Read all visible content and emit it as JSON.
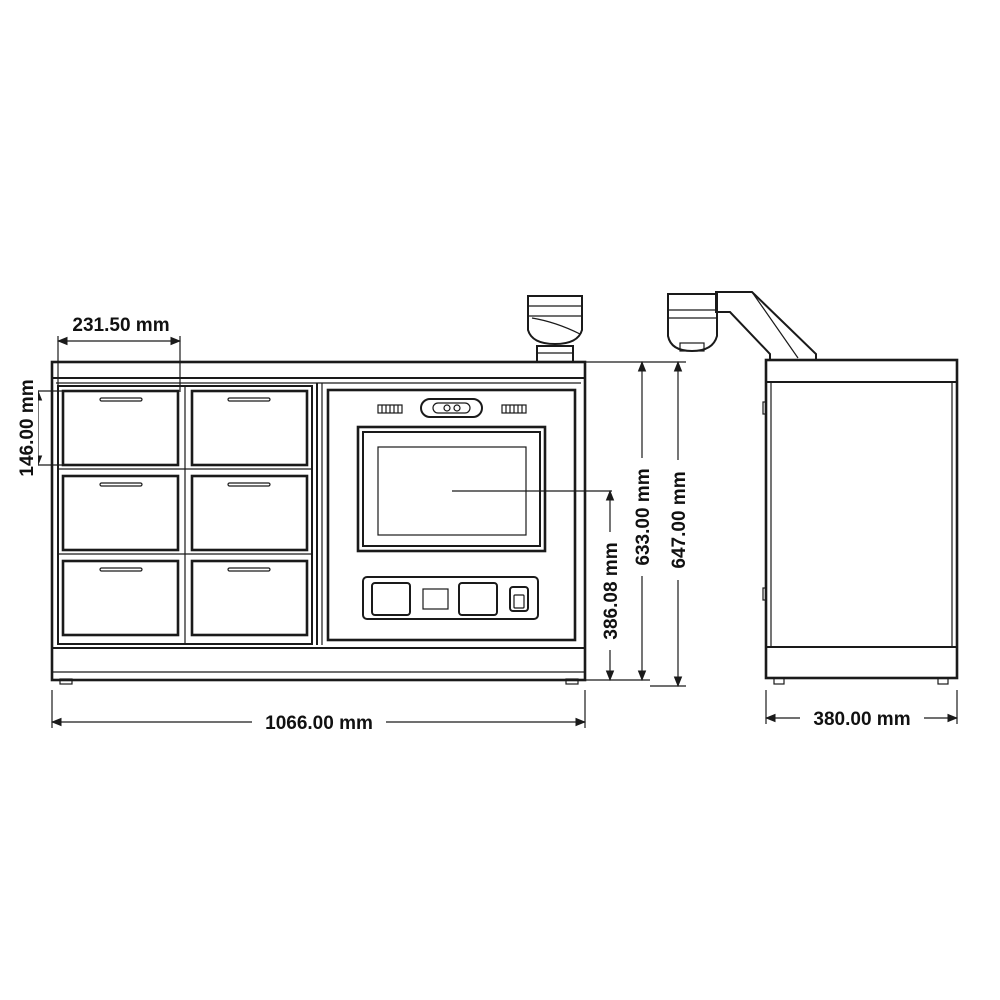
{
  "dimensions": {
    "drawer_width": "231.50 mm",
    "drawer_height": "146.00 mm",
    "total_width": "1066.00 mm",
    "depth": "380.00 mm",
    "kiosk_height": "386.08 mm",
    "cabinet_height": "633.00 mm",
    "overall_height": "647.00 mm"
  },
  "colors": {
    "line": "#1a1a1a",
    "background": "#ffffff",
    "shade": "#e6e6e6"
  }
}
